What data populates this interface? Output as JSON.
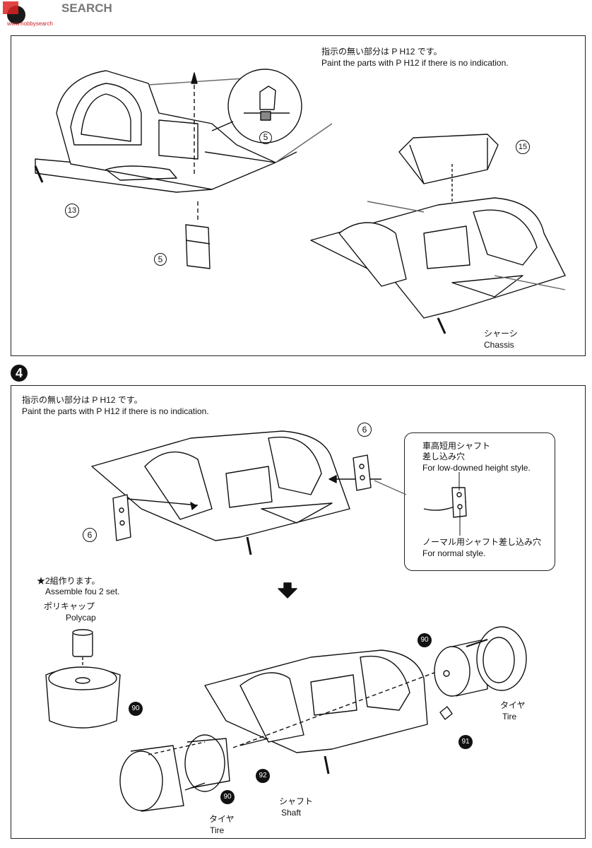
{
  "watermark": {
    "text": "SEARCH",
    "sub": "www.hobbysearch"
  },
  "step3": {
    "paint_note_jp": "指示の無い部分は P H12 です。",
    "paint_note_en": "Paint the parts with P H12 if there is no indication.",
    "parts": {
      "p13": "13",
      "p5a": "5",
      "p5b": "5",
      "p15": "15"
    },
    "chassis_jp": "シャーシ",
    "chassis_en": "Chassis"
  },
  "step4": {
    "number": "4",
    "paint_note_jp": "指示の無い部分は P H12 です。",
    "paint_note_en": "Paint the parts with P H12 if there is no indication.",
    "parts": {
      "p6a": "6",
      "p6b": "6",
      "p90a": "90",
      "p90b": "90",
      "p90c": "90",
      "p91": "91",
      "p92": "92"
    },
    "callout": {
      "low_jp1": "車高短用シャフト",
      "low_jp2": "差し込み穴",
      "low_en": "For low-downed height style.",
      "normal_jp": "ノーマル用シャフト差し込み穴",
      "normal_en": "For normal style."
    },
    "sets_jp": "★2組作ります。",
    "sets_en": "Assemble fou 2 set.",
    "polycap_jp": "ポリキャップ",
    "polycap_en": "Polycap",
    "tire_jp_right": "タイヤ",
    "tire_en_right": "Tire",
    "shaft_jp": "シャフト",
    "shaft_en": "Shaft",
    "tire_jp_left": "タイヤ",
    "tire_en_left": "Tire"
  }
}
